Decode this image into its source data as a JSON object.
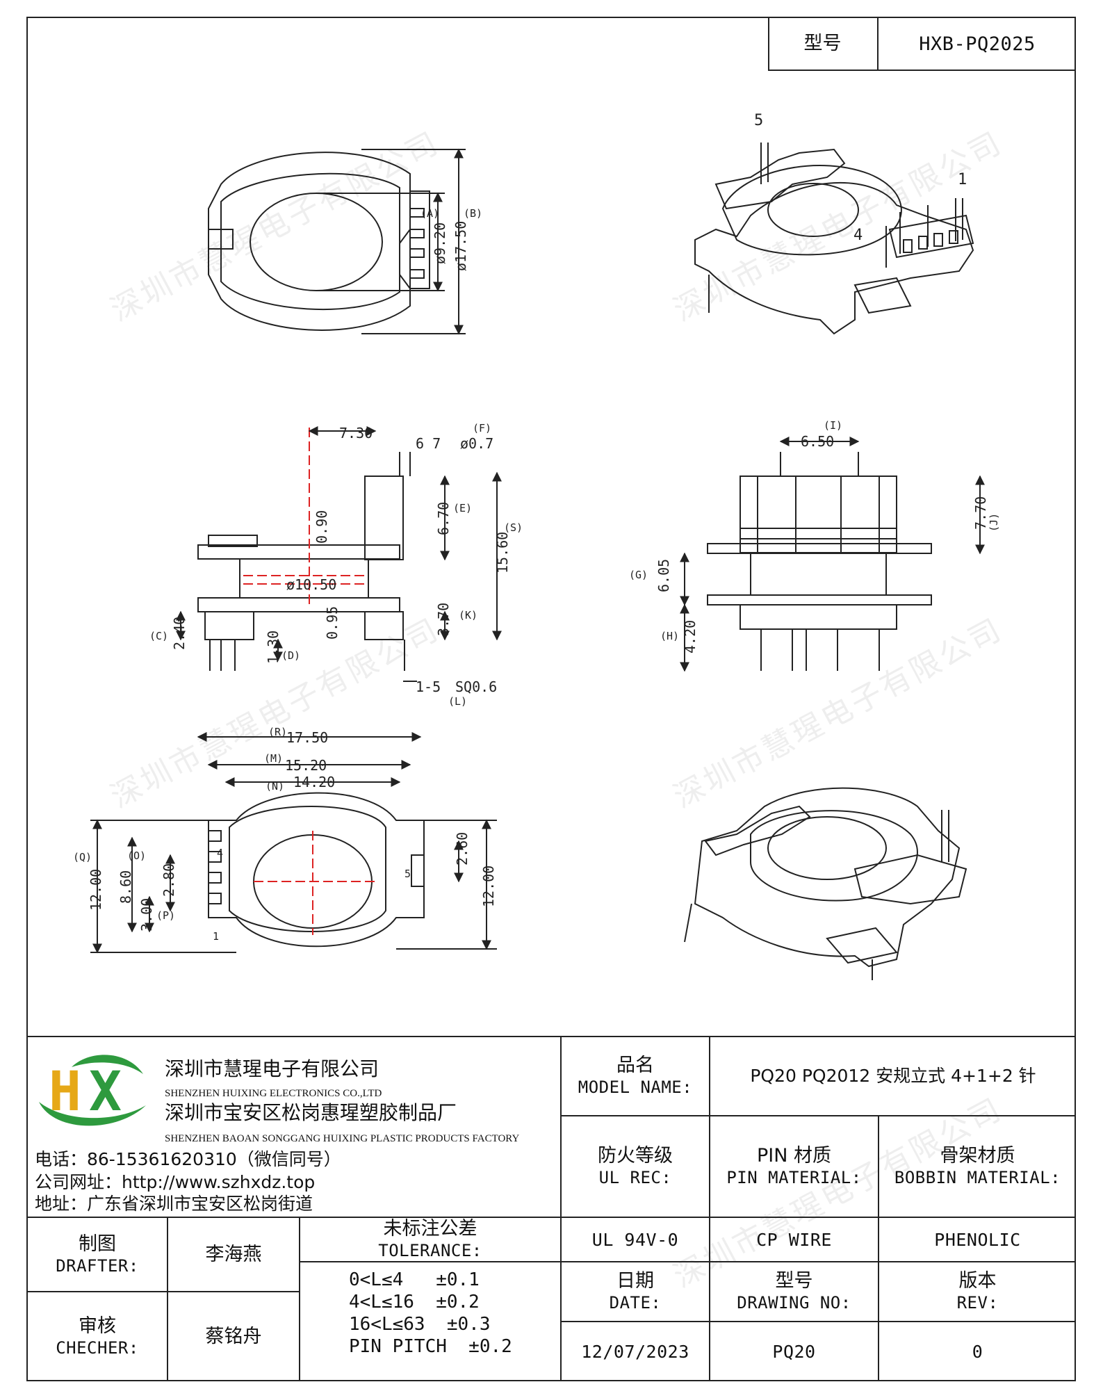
{
  "header": {
    "model_label": "型号",
    "model_value": "HXB-PQ2025"
  },
  "drawing_labels": {
    "top_view": {
      "dim_a": "(A)",
      "dim_b": "(B)",
      "inner_dia": "ø9.20",
      "outer_dia": "ø17.50"
    },
    "iso_top": {
      "pin5": "5",
      "pin1": "1",
      "pin4": "4"
    },
    "side_view": {
      "w730": "7.30",
      "pin_dims": "6  7",
      "f": "(F)",
      "f_val": "ø0.7",
      "e": "(E)",
      "e_val": "6.70",
      "s": "(S)",
      "s_val": "15.60",
      "d090": "0.90",
      "bore": "ø10.50",
      "d095": "0.95",
      "k": "(K)",
      "k_val": "3.70",
      "c": "(C)",
      "c_val": "2.40",
      "d": "(D)",
      "d_val": "1.30",
      "l": "(L)",
      "l_vals": "1-5",
      "l_sq": "SQ0.6"
    },
    "front_view": {
      "i": "(I)",
      "i_val": "6.50",
      "j": "(J)",
      "j_val": "7.70",
      "g": "(G)",
      "g_val": "6.05",
      "h": "(H)",
      "h_val": "4.20"
    },
    "bottom_view": {
      "r": "(R)",
      "r_val": "17.50",
      "m": "(M)",
      "m_val": "15.20",
      "n": "(N)",
      "n_val": "14.20",
      "q": "(Q)",
      "q_val": "12.00",
      "o": "(O)",
      "o_val": "8.60",
      "v280": "2.80",
      "v300": "3.00",
      "p": "(P)",
      "v260": "2.60",
      "right12": "12.00",
      "pin4": "4",
      "pin1": "1",
      "pin5": "5"
    },
    "watermark": "深圳市慧瑆电子有限公司"
  },
  "company": {
    "name_cn": "深圳市慧瑆电子有限公司",
    "name_en": "SHENZHEN HUIXING ELECTRONICS CO.,LTD",
    "factory_cn": "深圳市宝安区松岗惠瑆塑胶制品厂",
    "factory_en": "SHENZHEN BAOAN SONGGANG HUIXING PLASTIC PRODUCTS FACTORY",
    "phone": "电话：86-15361620310（微信同号）",
    "website": "公司网址：http://www.szhxdz.top",
    "address": "地址：广东省深圳市宝安区松岗街道",
    "logo": {
      "letters": "HX",
      "colors": {
        "h": "#e6a817",
        "x": "#2e9a3e",
        "swoosh": "#2e9a3e"
      }
    }
  },
  "title_block": {
    "model_name_cn": "品名",
    "model_name_en": "MODEL NAME:",
    "model_name_value": "PQ20 PQ2012 安规立式 4+1+2 针",
    "fire_cn": "防火等级",
    "fire_en": "UL REC:",
    "pin_cn": "PIN 材质",
    "pin_en": "PIN MATERIAL:",
    "bobbin_cn": "骨架材质",
    "bobbin_en": "BOBBIN MATERIAL:",
    "fire_value": "UL 94V-0",
    "pin_value": "CP WIRE",
    "bobbin_value": "PHENOLIC",
    "drafter_cn": "制图",
    "drafter_en": "DRAFTER:",
    "drafter_value": "李海燕",
    "checker_cn": "审核",
    "checker_en": "CHECHER:",
    "checker_value": "蔡铭舟",
    "tolerance_cn": "未标注公差",
    "tolerance_en": "TOLERANCE:",
    "tolerance_rows": [
      "0<L≤4   ±0.1",
      "4<L≤16  ±0.2",
      "16<L≤63  ±0.3",
      "PIN PITCH  ±0.2"
    ],
    "date_cn": "日期",
    "date_en": "DATE:",
    "drawing_no_cn": "型号",
    "drawing_no_en": "DRAWING NO:",
    "rev_cn": "版本",
    "rev_en": "REV:",
    "date_value": "12/07/2023",
    "drawing_no_value": "PQ20",
    "rev_value": "0"
  }
}
